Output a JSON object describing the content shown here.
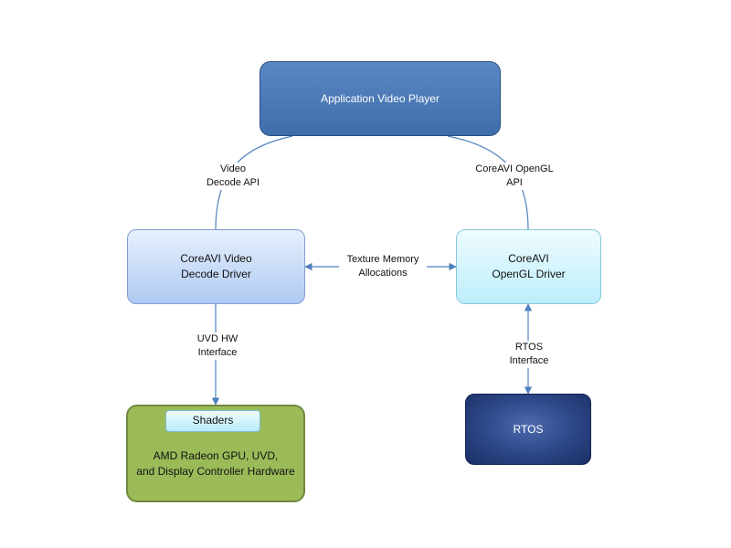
{
  "nodes": {
    "app": "Application Video Player",
    "video_driver": "CoreAVI Video\nDecode Driver",
    "opengl_driver": "CoreAVI\nOpenGL Driver",
    "gpu_hardware": "AMD Radeon GPU, UVD,\nand Display Controller Hardware",
    "shaders": "Shaders",
    "rtos": "RTOS"
  },
  "edges": {
    "video_decode_api": "Video\nDecode API",
    "opengl_api": "CoreAVI OpenGL\nAPI",
    "texture_memory": "Texture Memory\nAllocations",
    "uvd_hw": "UVD HW\nInterface",
    "rtos_interface": "RTOS\nInterface"
  },
  "colors": {
    "connector": "#4f81bd",
    "app_fill": "#4a7ab8",
    "gpu_fill": "#9bbb59",
    "rtos_fill": "#2c4585"
  }
}
